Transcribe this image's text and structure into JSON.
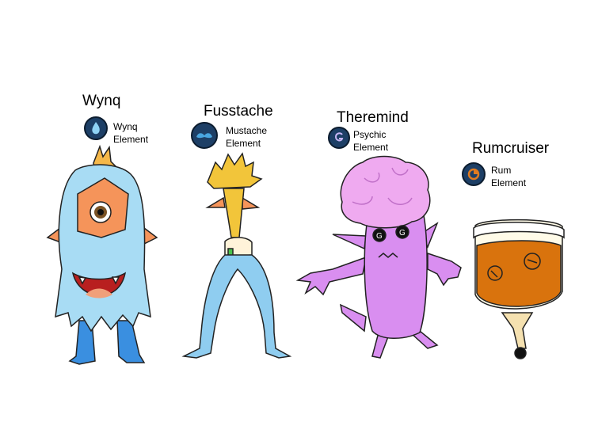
{
  "characters": [
    {
      "name": "Wynq",
      "element": [
        "Wynq",
        "Element"
      ]
    },
    {
      "name": "Fusstache",
      "element": [
        "Mustache",
        "Element"
      ]
    },
    {
      "name": "Theremind",
      "element": [
        "Psychic",
        "Element"
      ]
    },
    {
      "name": "Rumcruiser",
      "element": [
        "Rum",
        "Element"
      ]
    }
  ],
  "colors": {
    "wynq_body": "#a8dcf4",
    "wynq_eye_patch": "#f5945a",
    "fusstache_hair": "#f2c53a",
    "fusstache_legs": "#8fcdf0",
    "theremind_body": "#d98ef0",
    "theremind_brain": "#efaaf0",
    "rumcruiser_liquid": "#d9730d",
    "element_badge": "#1d3f66"
  }
}
